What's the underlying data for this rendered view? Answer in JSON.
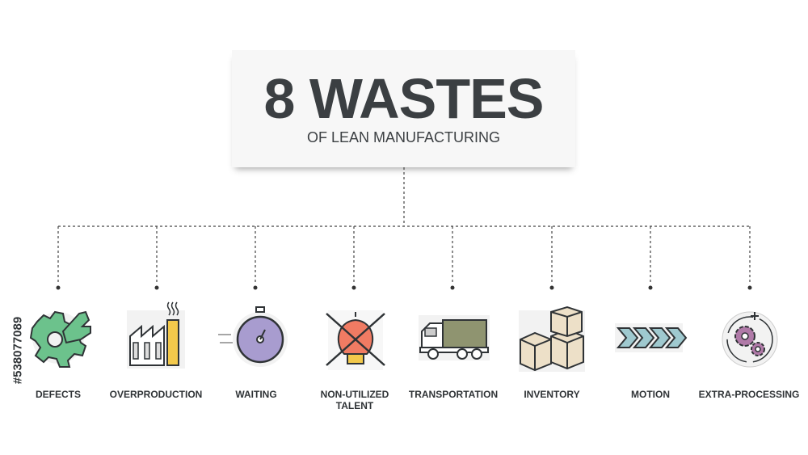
{
  "header": {
    "title": "8 WASTES",
    "subtitle": "OF LEAN MANUFACTURING"
  },
  "wastes": [
    {
      "label": "DEFECTS",
      "icon": "gear-wrench-icon",
      "color": "#6cc28c"
    },
    {
      "label": "OVERPRODUCTION",
      "icon": "factory-icon",
      "color": "#f3c94b"
    },
    {
      "label": "WAITING",
      "icon": "stopwatch-icon",
      "color": "#a89ccf"
    },
    {
      "label": "NON-UTILIZED TALENT",
      "icon": "crossed-lightbulb-icon",
      "color": "#f07b63"
    },
    {
      "label": "TRANSPORTATION",
      "icon": "truck-icon",
      "color": "#8f9470"
    },
    {
      "label": "INVENTORY",
      "icon": "boxes-icon",
      "color": "#ede0c8"
    },
    {
      "label": "MOTION",
      "icon": "chevrons-icon",
      "color": "#9fc9cf"
    },
    {
      "label": "EXTRA-PROCESSING",
      "icon": "gears-icon",
      "color": "#b07aa8"
    }
  ],
  "watermark": "#538077089"
}
